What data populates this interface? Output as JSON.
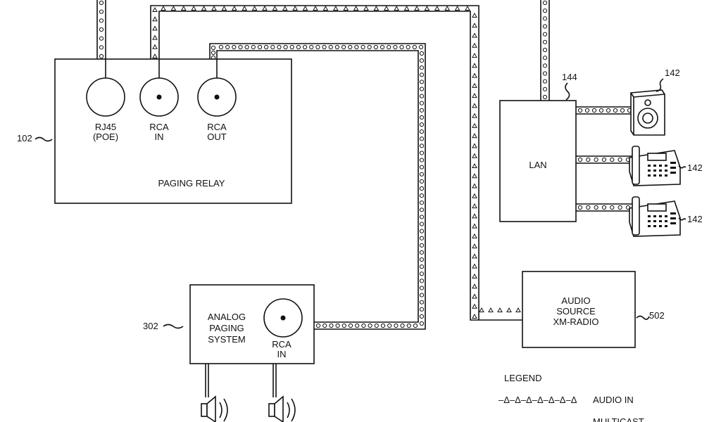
{
  "paging_relay": {
    "ref": "102",
    "title": "PAGING RELAY",
    "ports": [
      {
        "line1": "RJ45",
        "line2": "(POE)"
      },
      {
        "line1": "RCA",
        "line2": "IN"
      },
      {
        "line1": "RCA",
        "line2": "OUT"
      }
    ]
  },
  "lan": {
    "ref": "144",
    "title": "LAN"
  },
  "devices": [
    {
      "ref": "142",
      "icon": "speaker-icon"
    },
    {
      "ref": "142",
      "icon": "phone-icon"
    },
    {
      "ref": "142",
      "icon": "phone-icon"
    }
  ],
  "analog_paging": {
    "ref": "302",
    "line1": "ANALOG",
    "line2": "PAGING",
    "line3": "SYSTEM",
    "port_line1": "RCA",
    "port_line2": "IN"
  },
  "audio_source": {
    "ref": "502",
    "line1": "AUDIO",
    "line2": "SOURCE",
    "line3": "XM-RADIO"
  },
  "legend": {
    "title": "LEGEND",
    "audio_in_sample": "–Δ–Δ–Δ–Δ–Δ–Δ–Δ",
    "audio_in_label": "AUDIO IN",
    "multicast_label": "MULTICAST"
  },
  "line_patterns": {
    "audio_in": "–Δ",
    "audio_out": "oo"
  }
}
